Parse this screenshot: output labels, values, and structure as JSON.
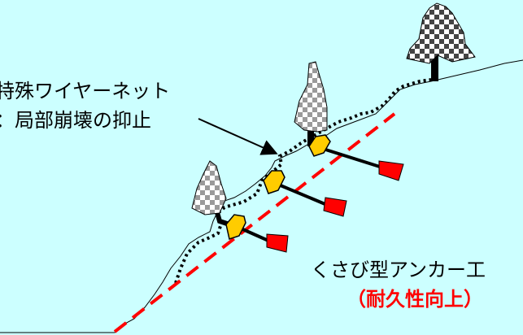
{
  "net_label": {
    "line1": "特殊ワイヤーネット",
    "line2": "：局部崩壊の抑止"
  },
  "anchor_label": {
    "line1": "くさび型アンカー工",
    "line2": "（耐久性向上）"
  },
  "colors": {
    "background": "#ccffff",
    "failure_line": "#ff0000",
    "anchor_head": "#ffcc00",
    "anchor_tip": "#ff0000",
    "emphasis_text": "#ff0000"
  },
  "icons": [
    "tree-icon",
    "wedge-anchor-icon",
    "arrow-icon"
  ]
}
